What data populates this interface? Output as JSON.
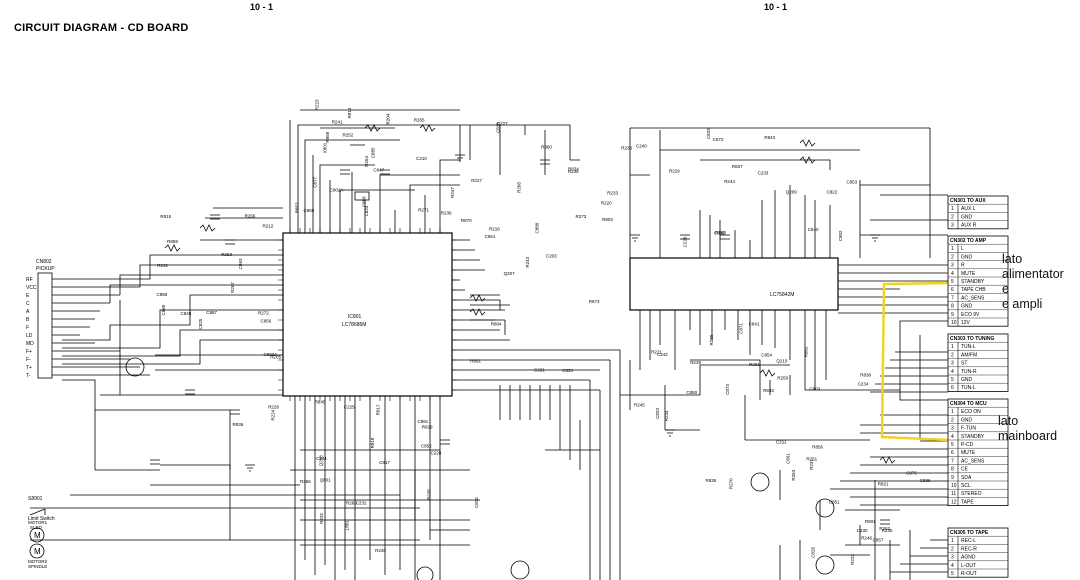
{
  "page_numbers": [
    "10 - 1",
    "10 - 1"
  ],
  "title": "CIRCUIT DIAGRAM -  CD BOARD",
  "ic_main": [
    "IC801",
    "LC78686M"
  ],
  "ic_amp": "LC75842M",
  "pickup": [
    "CN802",
    "PICKUP"
  ],
  "pickup_pins": [
    "RF",
    "VCC",
    "E",
    "C",
    "A",
    "B",
    "F",
    "LD",
    "MD",
    "F+",
    "F-",
    "T+",
    "T-"
  ],
  "connectors": [
    {
      "id": "CN301",
      "label": "CN301  TO AUX",
      "pins": [
        [
          "1",
          "AUX L"
        ],
        [
          "2",
          "GND"
        ],
        [
          "3",
          "AUX R"
        ]
      ]
    },
    {
      "id": "CN302",
      "label": "CN302  TO AMP",
      "pins": [
        [
          "1",
          "L"
        ],
        [
          "2",
          "GND"
        ],
        [
          "3",
          "R"
        ],
        [
          "4",
          "MUTE"
        ],
        [
          "5",
          "STANDBY"
        ],
        [
          "6",
          "TAPE CHB"
        ],
        [
          "7",
          "AC_SENS"
        ],
        [
          "8",
          "GND"
        ],
        [
          "9",
          "ECO 9V"
        ],
        [
          "10",
          "12V"
        ]
      ]
    },
    {
      "id": "CN303",
      "label": "CN303  TO TUNING",
      "pins": [
        [
          "1",
          "TUN-L"
        ],
        [
          "2",
          "AM/FM"
        ],
        [
          "3",
          "ST"
        ],
        [
          "4",
          "TUN-R"
        ],
        [
          "5",
          "GND"
        ],
        [
          "6",
          "TUN-L"
        ]
      ]
    },
    {
      "id": "CN304",
      "label": "CN304  TO MCU",
      "pins": [
        [
          "1",
          "ECO ON"
        ],
        [
          "2",
          "GND"
        ],
        [
          "3",
          "F-TUN"
        ],
        [
          "4",
          "STANDBY"
        ],
        [
          "5",
          "P-CD"
        ],
        [
          "6",
          "MUTE"
        ],
        [
          "7",
          "AC_SENS"
        ],
        [
          "8",
          "CE"
        ],
        [
          "9",
          "SDA"
        ],
        [
          "10",
          "SCL"
        ],
        [
          "11",
          "STEREO"
        ],
        [
          "12",
          "TAPE"
        ]
      ]
    },
    {
      "id": "CN305",
      "label": "CN305  TO TAPE",
      "pins": [
        [
          "1",
          "REC-L"
        ],
        [
          "2",
          "REC-R"
        ],
        [
          "3",
          "AGND"
        ],
        [
          "4",
          "L-OUT"
        ],
        [
          "5",
          "R-OUT"
        ]
      ]
    }
  ],
  "annotations": {
    "alimentatore": [
      "lato",
      "alimentator",
      "e",
      "e ampli"
    ],
    "mainboard": [
      "lato",
      "mainboard"
    ]
  },
  "highlight_color": "#f2d21b",
  "bottom_left": {
    "switch": [
      "S8901",
      "Limit Switch"
    ],
    "motor1": [
      "MOTOR1",
      "SLED"
    ],
    "motor2": [
      "MOTOR2",
      "SPINDLE"
    ]
  },
  "component_labels": [
    "C847",
    "C848",
    "R861",
    "R818",
    "R843",
    "C850",
    "C851",
    "R852",
    "C860",
    "C861",
    "C852",
    "C853",
    "C854",
    "R821",
    "C855",
    "C856",
    "C880",
    "C881",
    "C872",
    "C873",
    "C886",
    "C885",
    "C887",
    "R804",
    "L801",
    "C802",
    "C803",
    "R835",
    "X801",
    "C863",
    "R870",
    "R817",
    "C882",
    "C871",
    "C876",
    "C877",
    "R836",
    "R834",
    "R845",
    "C840",
    "C841",
    "R856",
    "R858",
    "R859",
    "R860",
    "Q801",
    "R803",
    "R802",
    "R801",
    "R814",
    "R815",
    "C815",
    "C817",
    "C822",
    "C823",
    "C826",
    "C824",
    "C825",
    "C834",
    "C832",
    "C833",
    "R842",
    "C857",
    "C858",
    "C859",
    "R873",
    "R829",
    "R837",
    "R838",
    "C891",
    "C802A",
    "C803A",
    "R248",
    "R240",
    "R238",
    "R239",
    "C211",
    "C210",
    "R212",
    "R218",
    "R232",
    "R233",
    "R230",
    "R231",
    "R236",
    "R226",
    "R227",
    "R228",
    "R229",
    "R234",
    "R235",
    "R204",
    "R205",
    "Q207",
    "Q208",
    "Q209",
    "Q210",
    "R270",
    "R271",
    "R272",
    "R273",
    "C225",
    "C226",
    "R250",
    "R251",
    "R252",
    "R253",
    "C203",
    "R256",
    "R220",
    "R221",
    "R222",
    "R223",
    "R224",
    "C231",
    "C232",
    "C233",
    "C234",
    "C230",
    "R241",
    "R242",
    "R243",
    "C241",
    "C240",
    "C242",
    "R263",
    "R264",
    "R267",
    "R268",
    "R269",
    "R260",
    "R261",
    "R262",
    "R265",
    "R266",
    "C227",
    "C228",
    "R244",
    "R245",
    "R246",
    "R247"
  ]
}
